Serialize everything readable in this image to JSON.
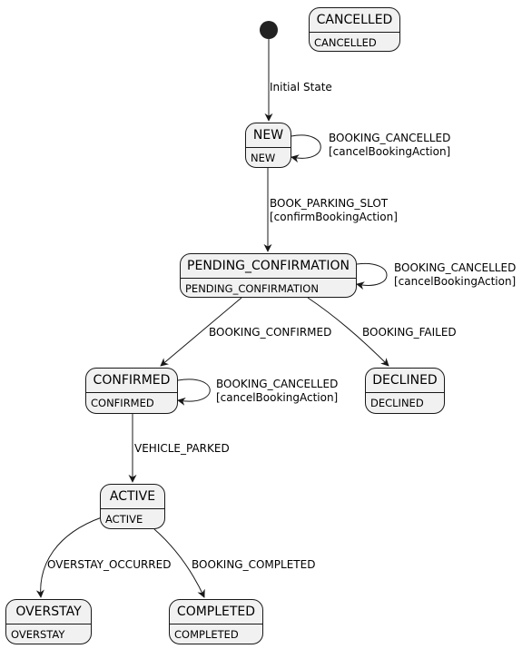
{
  "states": {
    "cancelled": {
      "name": "CANCELLED",
      "desc": "CANCELLED"
    },
    "new": {
      "name": "NEW",
      "desc": "NEW"
    },
    "pending": {
      "name": "PENDING_CONFIRMATION",
      "desc": "PENDING_CONFIRMATION"
    },
    "confirmed": {
      "name": "CONFIRMED",
      "desc": "CONFIRMED"
    },
    "declined": {
      "name": "DECLINED",
      "desc": "DECLINED"
    },
    "active": {
      "name": "ACTIVE",
      "desc": "ACTIVE"
    },
    "overstay": {
      "name": "OVERSTAY",
      "desc": "OVERSTAY"
    },
    "completed": {
      "name": "COMPLETED",
      "desc": "COMPLETED"
    }
  },
  "transitions": {
    "initial": {
      "event": "Initial State"
    },
    "new_self": {
      "event": "BOOKING_CANCELLED",
      "action": "[cancelBookingAction]"
    },
    "new_to_pending": {
      "event": "BOOK_PARKING_SLOT",
      "action": "[confirmBookingAction]"
    },
    "pending_self": {
      "event": "BOOKING_CANCELLED",
      "action": "[cancelBookingAction]"
    },
    "pending_to_confirmed": {
      "event": "BOOKING_CONFIRMED"
    },
    "pending_to_declined": {
      "event": "BOOKING_FAILED"
    },
    "confirmed_self": {
      "event": "BOOKING_CANCELLED",
      "action": "[cancelBookingAction]"
    },
    "confirmed_to_active": {
      "event": "VEHICLE_PARKED"
    },
    "active_to_overstay": {
      "event": "OVERSTAY_OCCURRED"
    },
    "active_to_completed": {
      "event": "BOOKING_COMPLETED"
    }
  },
  "colors": {
    "state_fill": "#f1f1f1",
    "line": "#181818"
  }
}
